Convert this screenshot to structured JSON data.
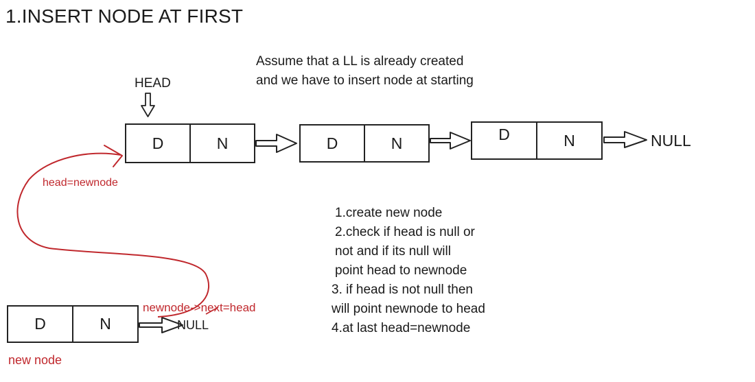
{
  "title": "1.INSERT NODE AT FIRST",
  "assumption": {
    "lines": [
      "Assume that a LL is already created",
      "and we have to insert node at starting"
    ]
  },
  "head_label": "HEAD",
  "list_nodes": [
    {
      "data": "D",
      "next": "N"
    },
    {
      "data": "D",
      "next": "N"
    },
    {
      "data": "D",
      "next": "N"
    }
  ],
  "null_label": "NULL",
  "new_node": {
    "data": "D",
    "next": "N",
    "label": "new node",
    "null_label": "NULL"
  },
  "annotations": {
    "head_eq_newnode": "head=newnode",
    "newnode_next_eq_head": "newnode->next=head"
  },
  "steps": [
    "1.create new node",
    "2.check if head is null or",
    "not and  if its null will",
    "point head to newnode",
    "3. if head is not null then",
    "will point newnode to head",
    "4.at last head=newnode"
  ],
  "colors": {
    "ink": "#222222",
    "accent": "#c0282d"
  }
}
